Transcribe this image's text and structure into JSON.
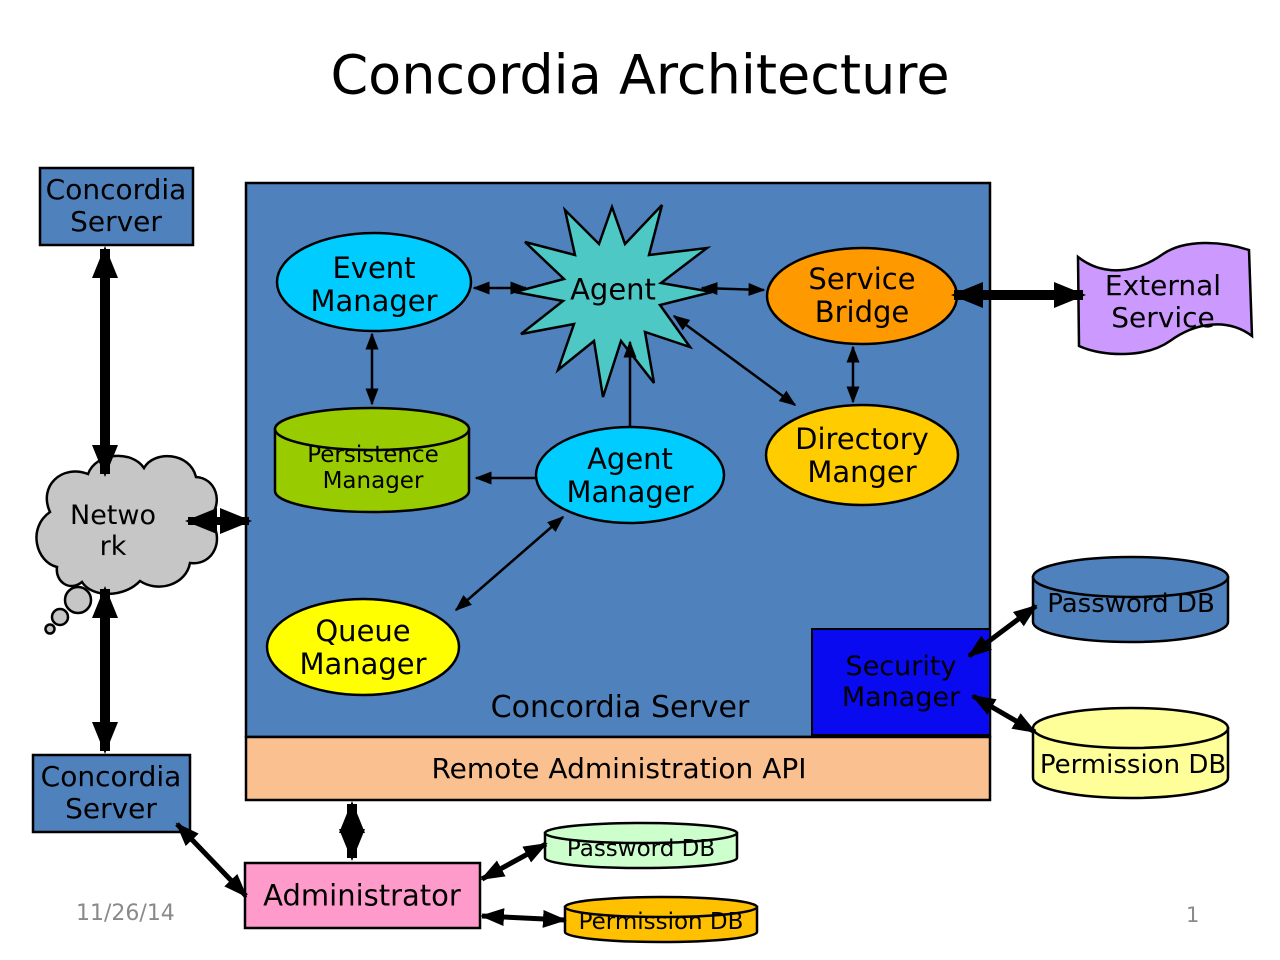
{
  "slide": {
    "title": "Concordia Architecture",
    "date": "11/26/14",
    "page_number": "1"
  },
  "colors": {
    "server_box": "#4F81BD",
    "main_box": "#4F81BD",
    "api_bar": "#FAC090",
    "event_manager": "#00CCFF",
    "agent_manager": "#00CCFF",
    "agent_star": "#4EC8C4",
    "service_bridge": "#FF9900",
    "directory_manger": "#FFCC00",
    "persistence_manager": "#99CC00",
    "queue_manager": "#FFFF00",
    "security_manager": "#0A0AF0",
    "external_service": "#CC99FF",
    "network_cloud": "#C6C6C6",
    "administrator": "#FF9BCB",
    "password_db_right": "#4F81BD",
    "permission_db_right": "#FFFF99",
    "password_db_bottom": "#CCFFCC",
    "permission_db_bottom": "#FFC000",
    "arrow": "#000000"
  },
  "nodes": {
    "server_top": {
      "label": "Concordia\nServer"
    },
    "server_bottom": {
      "label": "Concordia\nServer"
    },
    "main_server": {
      "label": "Concordia Server"
    },
    "api_bar": {
      "label": "Remote Administration API"
    },
    "event_manager": {
      "label": "Event\nManager"
    },
    "agent": {
      "label": "Agent"
    },
    "service_bridge": {
      "label": "Service\nBridge"
    },
    "external_service": {
      "label": "External\nService"
    },
    "persistence_manager": {
      "label": "Persistence\nManager"
    },
    "agent_manager": {
      "label": "Agent\nManager"
    },
    "directory_manger": {
      "label": "Directory\nManger"
    },
    "network": {
      "label": "Netwo\nrk"
    },
    "queue_manager": {
      "label": "Queue\nManager"
    },
    "security_manager": {
      "label": "Security\nManager"
    },
    "password_db_right": {
      "label": "Password DB"
    },
    "permission_db_right": {
      "label": "Permission DB"
    },
    "administrator": {
      "label": "Administrator"
    },
    "password_db_bottom": {
      "label": "Password DB"
    },
    "permission_db_bottom": {
      "label": "Permission DB"
    }
  }
}
